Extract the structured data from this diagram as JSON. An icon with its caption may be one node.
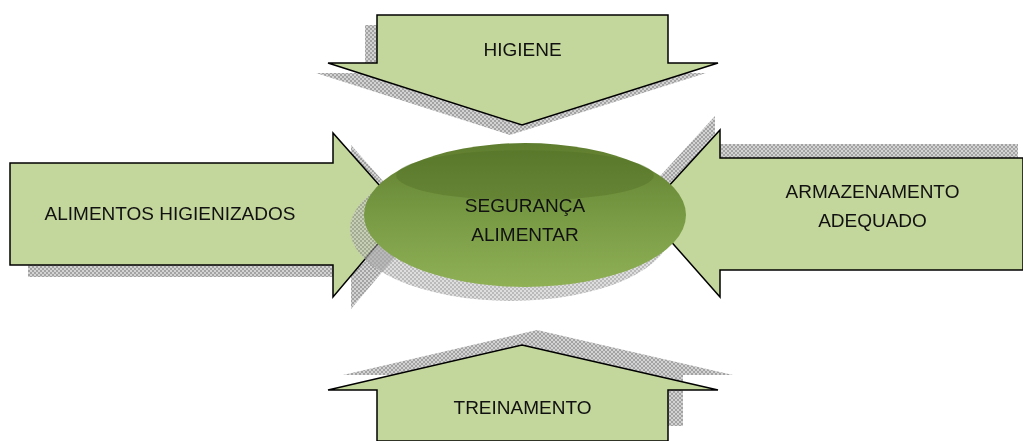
{
  "diagram": {
    "nodes": [
      {
        "text": [
          "HIGIENE"
        ]
      },
      {
        "text": [
          "ALIMENTOS HIGIENIZADOS"
        ]
      },
      {
        "text": [
          "SEGURANÇA ALIMENTAR"
        ]
      },
      {
        "text": [
          "ARMAZENAMENTO ADEQUADO"
        ]
      },
      {
        "text": [
          "TREINAMENTO"
        ]
      }
    ]
  }
}
